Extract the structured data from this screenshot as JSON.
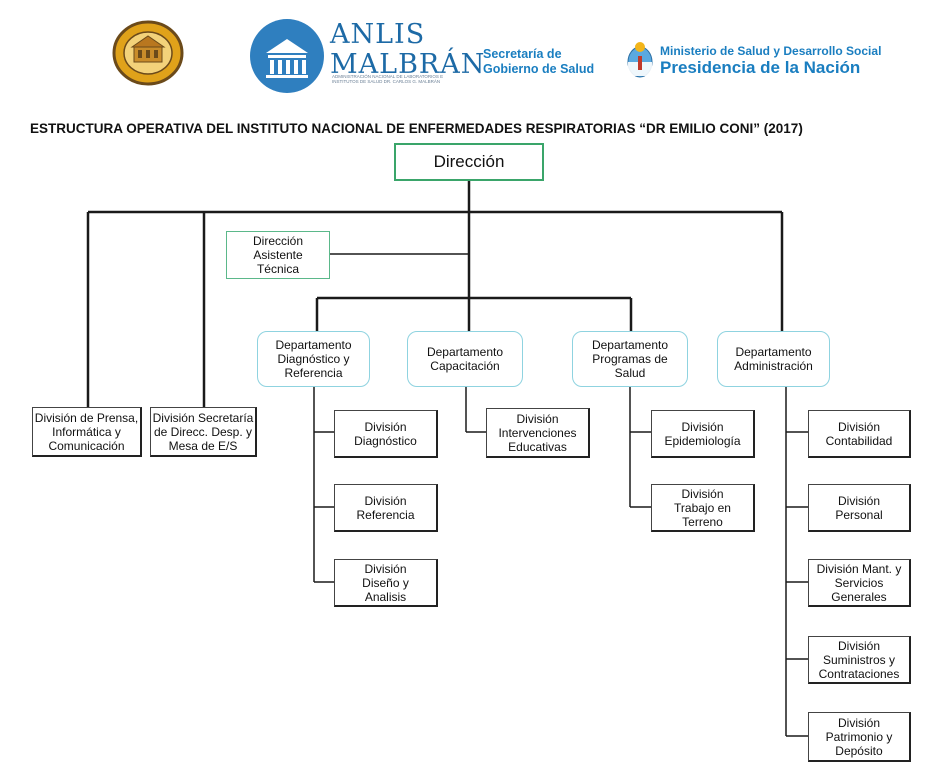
{
  "header": {
    "anlis_title": "ANLIS MALBRÁN",
    "anlis_title_line1": "ANLIS",
    "anlis_title_line2": "MALBRÁN",
    "anlis_subtitle": "ADMINISTRACIÓN NACIONAL DE LABORATORIOS E INSTITUTOS DE SALUD DR. CARLOS G. MALBRÁN",
    "secretaria_line1": "Secretaría de",
    "secretaria_line2": "Gobierno de Salud",
    "ministerio_line1": "Ministerio de Salud y Desarrollo Social",
    "ministerio_line2": "Presidencia de la Nación",
    "colors": {
      "brand_blue": "#1a7ec0",
      "seal_gold": "#e0a21a",
      "seal_brown": "#6b4a1a"
    }
  },
  "title": "ESTRUCTURA OPERATIVA DEL  INSTITUTO NACIONAL DE ENFERMEDADES RESPIRATORIAS “DR EMILIO CONI” (2017)",
  "chart": {
    "direccion": "Dirección",
    "asistente": [
      "Dirección",
      "Asistente",
      "Técnica"
    ],
    "staff": [
      {
        "lines": [
          "División de Prensa,",
          "Informática y",
          "Comunicación"
        ]
      },
      {
        "lines": [
          "División Secretaría",
          "de Direcc. Desp. y",
          "Mesa de E/S"
        ]
      }
    ],
    "departments": [
      {
        "lines": [
          "Departamento",
          "Diagnóstico y",
          "Referencia"
        ],
        "divisions": [
          {
            "lines": [
              "División",
              "Diagnóstico"
            ]
          },
          {
            "lines": [
              "División",
              "Referencia"
            ]
          },
          {
            "lines": [
              "División",
              "Diseño y",
              "Analisis"
            ]
          }
        ]
      },
      {
        "lines": [
          "Departamento",
          "Capacitación"
        ],
        "divisions": [
          {
            "lines": [
              "División",
              "Intervenciones",
              "Educativas"
            ]
          }
        ]
      },
      {
        "lines": [
          "Departamento",
          "Programas de",
          "Salud"
        ],
        "divisions": [
          {
            "lines": [
              "División",
              "Epidemiología"
            ]
          },
          {
            "lines": [
              "División",
              "Trabajo en",
              "Terreno"
            ]
          }
        ]
      },
      {
        "lines": [
          "Departamento",
          "Administración"
        ],
        "divisions": [
          {
            "lines": [
              "División",
              "Contabilidad"
            ]
          },
          {
            "lines": [
              "División",
              "Personal"
            ]
          },
          {
            "lines": [
              "División Mant. y",
              "Servicios",
              "Generales"
            ]
          },
          {
            "lines": [
              "División",
              "Suministros y",
              "Contrataciones"
            ]
          },
          {
            "lines": [
              "División",
              "Patrimonio y",
              "Depósito"
            ]
          }
        ]
      }
    ]
  }
}
